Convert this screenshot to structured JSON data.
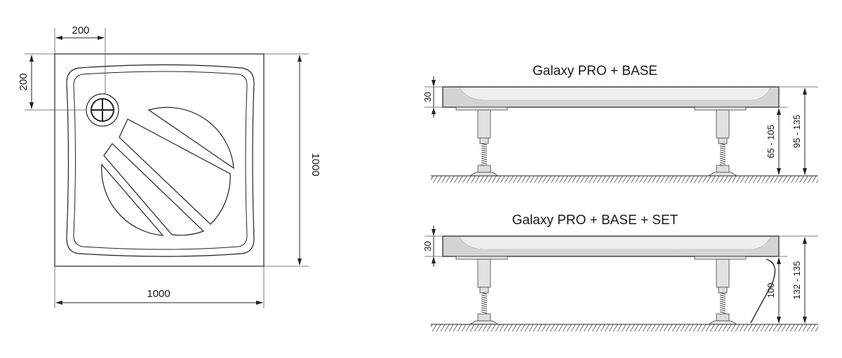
{
  "plan_view": {
    "drain_offset_x": "200",
    "drain_offset_y": "200",
    "width": "1000",
    "depth": "1000"
  },
  "side_views": [
    {
      "title": "Galaxy PRO + BASE",
      "tray_height": "30",
      "leg_range": "65 - 105",
      "total_range": "95 - 135",
      "has_panel": false
    },
    {
      "title": "Galaxy PRO + BASE + SET",
      "tray_height": "30",
      "leg_range": "100",
      "total_range": "132 - 135",
      "has_panel": true
    }
  ],
  "colors": {
    "line": "#222222",
    "tray_side": "#d4d4d6",
    "tray_top": "#eeeeef"
  }
}
